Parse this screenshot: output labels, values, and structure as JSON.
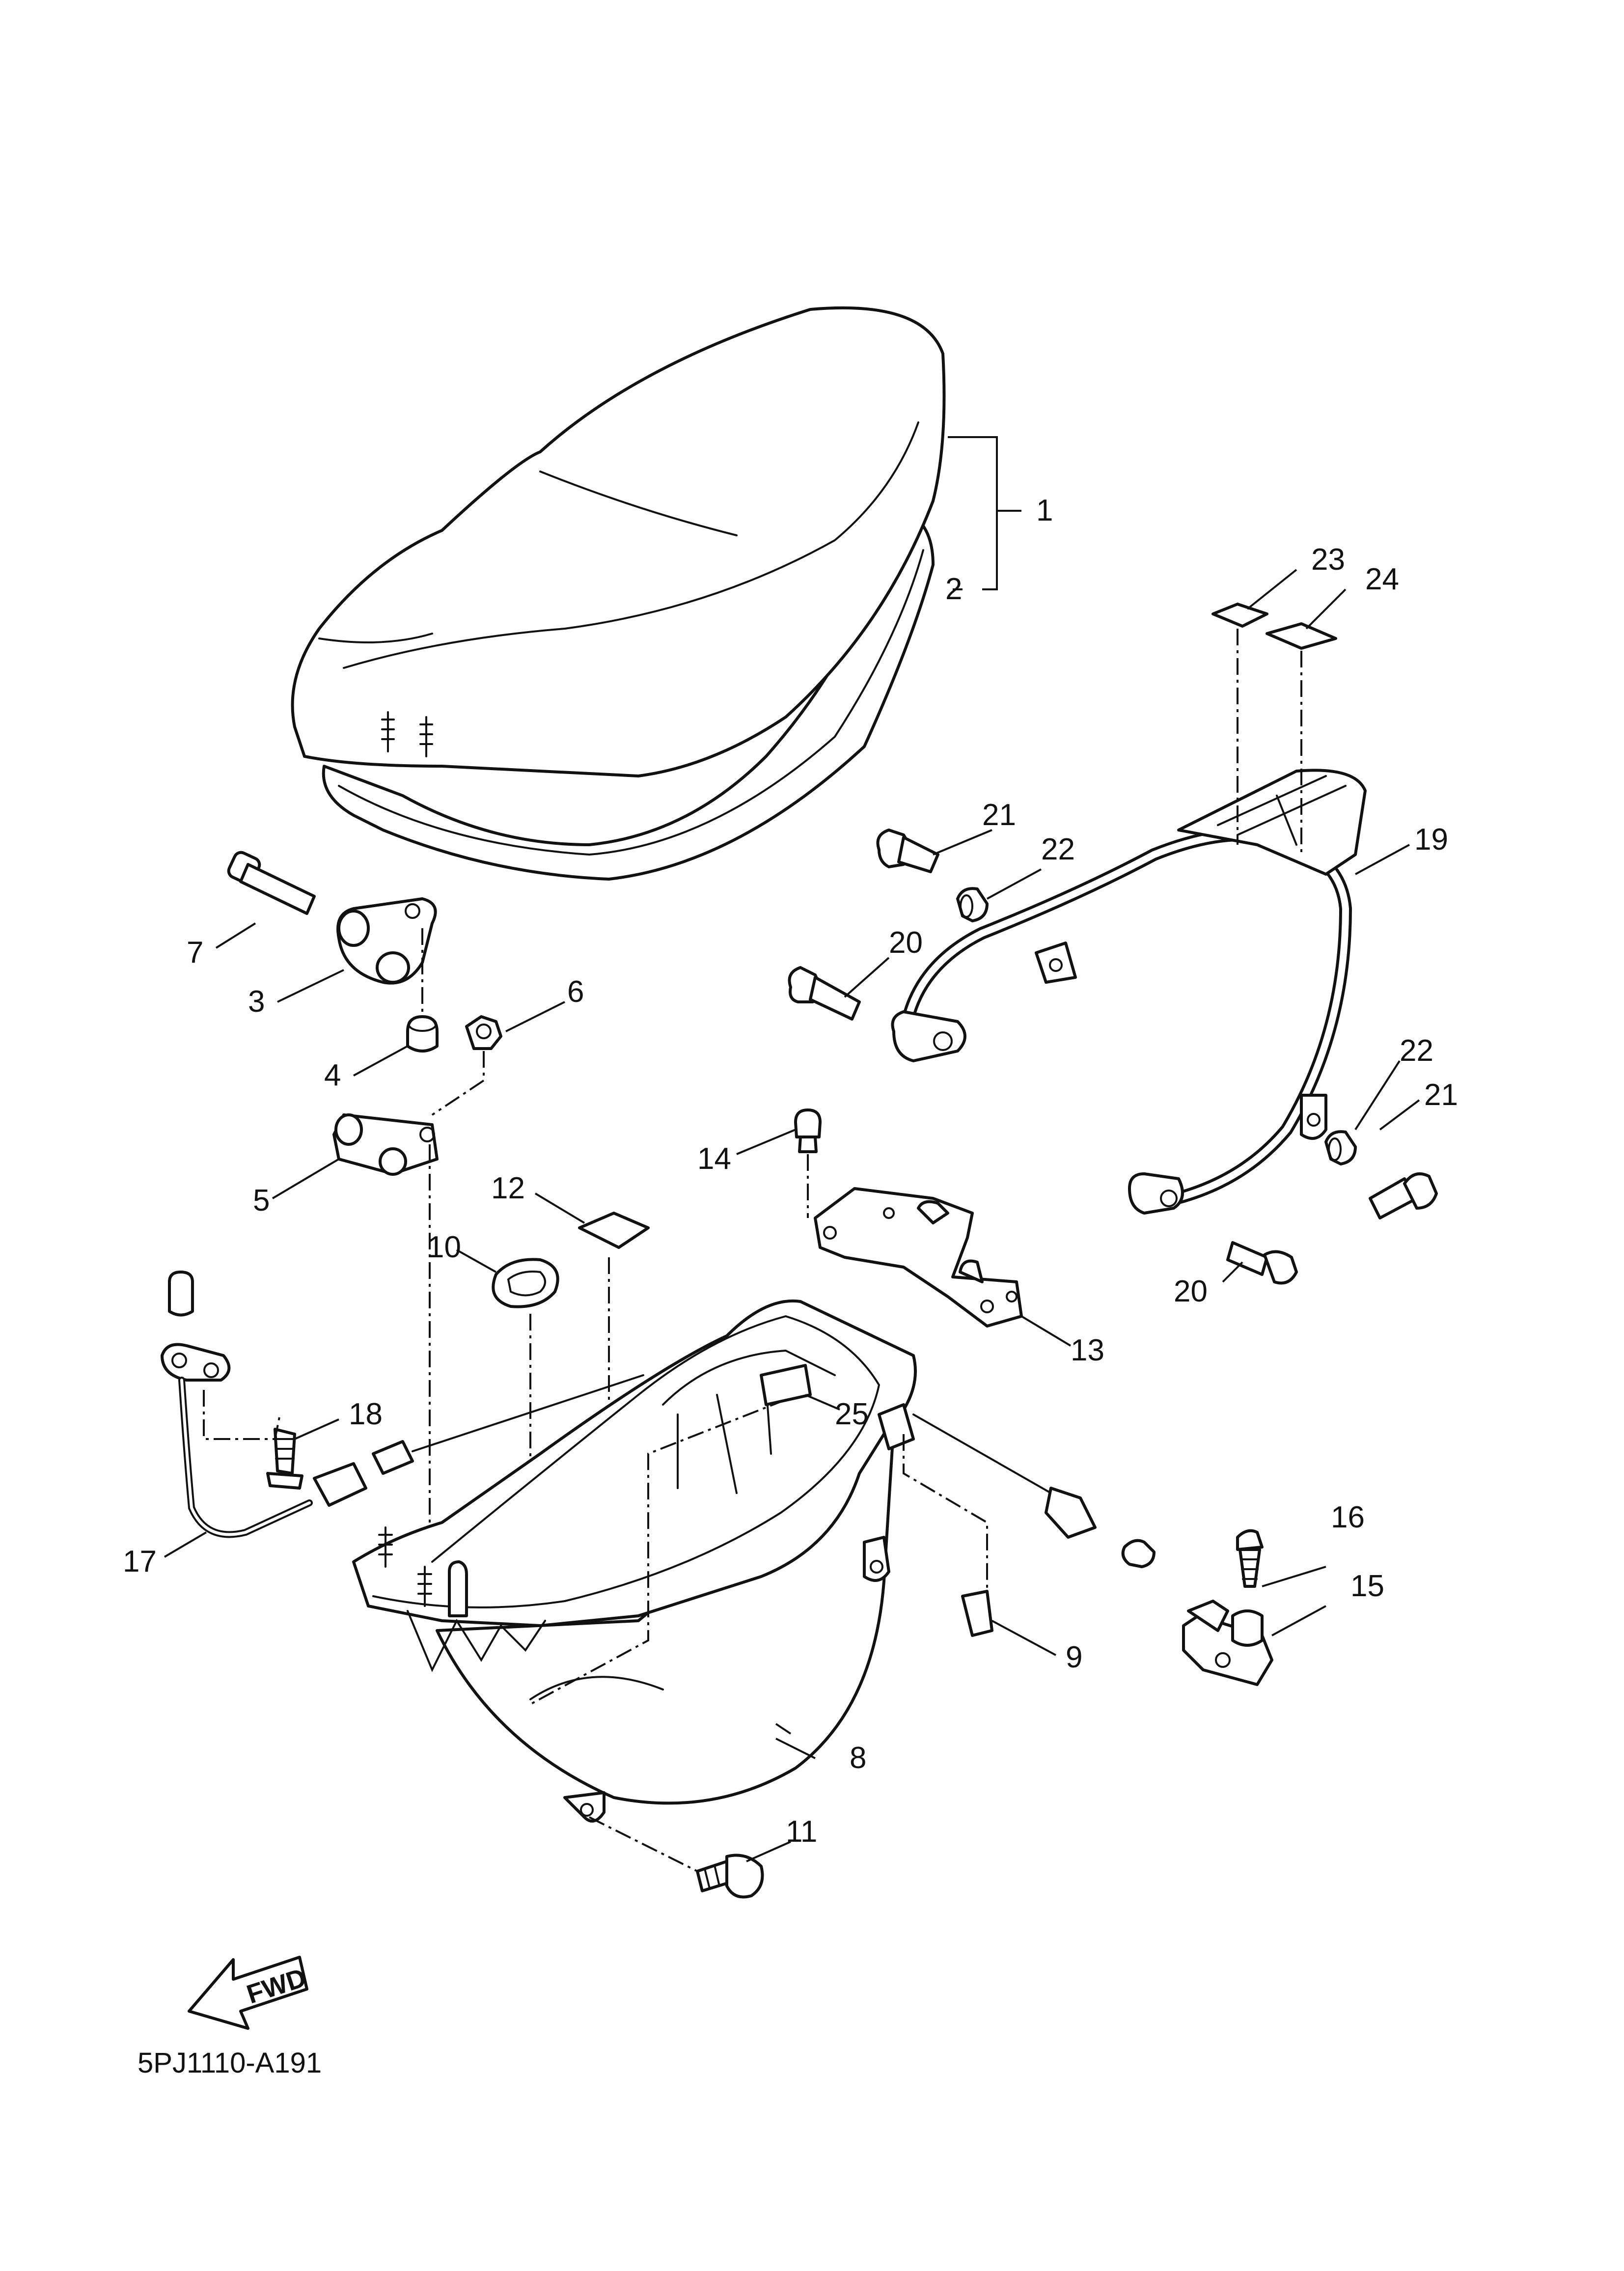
{
  "diagram": {
    "drawing_code": "5PJ1110-A191",
    "fwd_label": "FWD",
    "callouts": {
      "c1": "1",
      "c2": "2",
      "c3": "3",
      "c4": "4",
      "c5": "5",
      "c6": "6",
      "c7": "7",
      "c8": "8",
      "c9": "9",
      "c10": "10",
      "c11": "11",
      "c12": "12",
      "c13": "13",
      "c14": "14",
      "c15": "15",
      "c16": "16",
      "c17": "17",
      "c18": "18",
      "c19": "19",
      "c20a": "20",
      "c20b": "20",
      "c21a": "21",
      "c21b": "21",
      "c22a": "22",
      "c22b": "22",
      "c23": "23",
      "c24": "24",
      "c25": "25"
    }
  }
}
